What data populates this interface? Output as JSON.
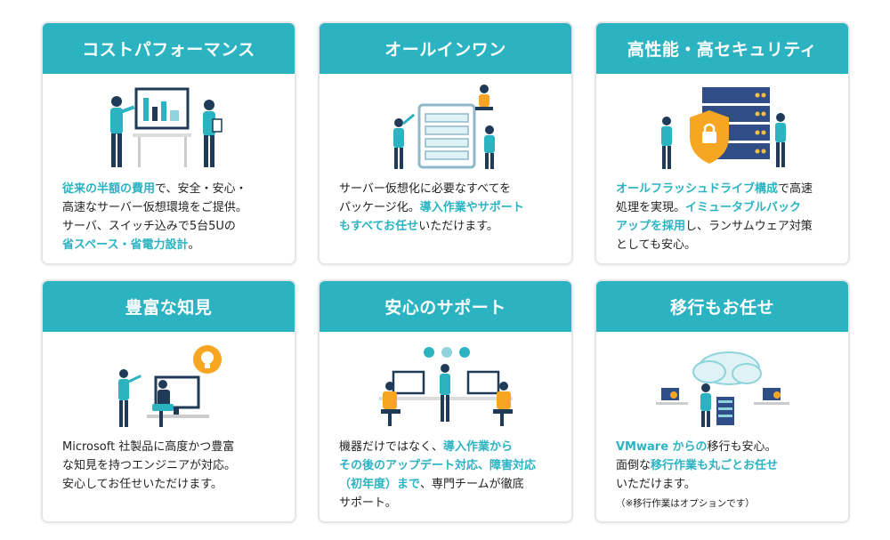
{
  "accent_color": "#2bb3c2",
  "cards": [
    {
      "title": "コストパフォーマンス",
      "segments": [
        {
          "t": "従来の半額の費用",
          "h": true
        },
        {
          "t": "で、安全・安心・",
          "h": false,
          "br": true
        },
        {
          "t": "高速なサーバー仮想環境をご提供。",
          "h": false,
          "br": true
        },
        {
          "t": "サーバ、スイッチ込みで5台5Uの",
          "h": false,
          "br": true
        },
        {
          "t": "省スペース・省電力設計",
          "h": true
        },
        {
          "t": "。",
          "h": false
        }
      ]
    },
    {
      "title": "オールインワン",
      "segments": [
        {
          "t": "サーバー仮想化に必要なすべてを",
          "h": false,
          "br": true
        },
        {
          "t": "パッケージ化。",
          "h": false
        },
        {
          "t": "導入作業やサポート",
          "h": true,
          "br": true
        },
        {
          "t": "もすべてお任せ",
          "h": true
        },
        {
          "t": "いただけます。",
          "h": false
        }
      ]
    },
    {
      "title": "高性能・高セキュリティ",
      "segments": [
        {
          "t": "オールフラッシュドライブ構成",
          "h": true
        },
        {
          "t": "で高速",
          "h": false,
          "br": true
        },
        {
          "t": "処理を実現。",
          "h": false
        },
        {
          "t": "イミュータブルバック",
          "h": true,
          "br": true
        },
        {
          "t": "アップを採用",
          "h": true
        },
        {
          "t": "し、ランサムウェア対策",
          "h": false,
          "br": true
        },
        {
          "t": "としても安心。",
          "h": false
        }
      ]
    },
    {
      "title": "豊富な知見",
      "segments": [
        {
          "t": "Microsoft 社製品に高度かつ豊富",
          "h": false,
          "br": true
        },
        {
          "t": "な知見を持つエンジニアが対応。",
          "h": false,
          "br": true
        },
        {
          "t": "安心してお任せいただけます。",
          "h": false
        }
      ]
    },
    {
      "title": "安心のサポート",
      "segments": [
        {
          "t": "機器だけではなく、",
          "h": false
        },
        {
          "t": "導入作業から",
          "h": true,
          "br": true
        },
        {
          "t": "その後のアップデート対応、障害対応",
          "h": true,
          "br": true
        },
        {
          "t": "（初年度）まで",
          "h": true
        },
        {
          "t": "、専門チームが徹底",
          "h": false,
          "br": true
        },
        {
          "t": "サポート。",
          "h": false
        }
      ]
    },
    {
      "title": "移行もお任せ",
      "segments": [
        {
          "t": "VMware からの",
          "h": true
        },
        {
          "t": "移行も安心。",
          "h": false,
          "br": true
        },
        {
          "t": "面倒な",
          "h": false
        },
        {
          "t": "移行作業も丸ごとお任せ",
          "h": true,
          "br": true
        },
        {
          "t": "いただけます。",
          "h": false,
          "br": true
        },
        {
          "t": "（※移行作業はオプションです）",
          "h": false,
          "note": true
        }
      ]
    }
  ]
}
